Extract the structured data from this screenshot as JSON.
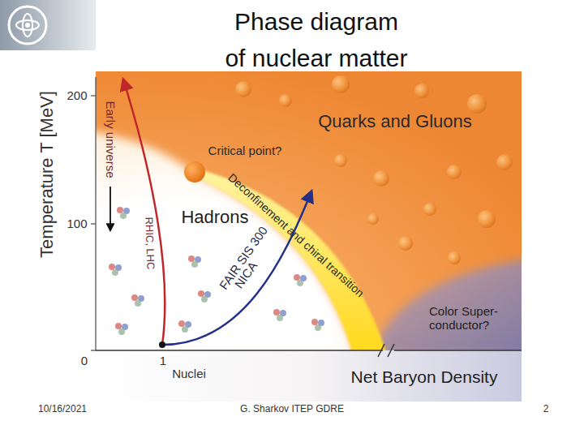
{
  "diagram": {
    "title": "Phase diagram of nuclear matter",
    "labels": [
      "Temperature T [MeV]",
      "200",
      "100",
      "0",
      "1",
      "Early universe",
      "Quarks and Gluons",
      "Critical point?",
      "Deconfinement and chiral transition",
      "Hadrons",
      "RHIC, LHC",
      "FAIR SIS 300",
      "NICA",
      "Color Super- conductor?",
      "Nuclei",
      "Net Baryon Density",
      "10/16/2021",
      "G. Sharkov ITEP GDRE",
      "2"
    ]
  }
}
